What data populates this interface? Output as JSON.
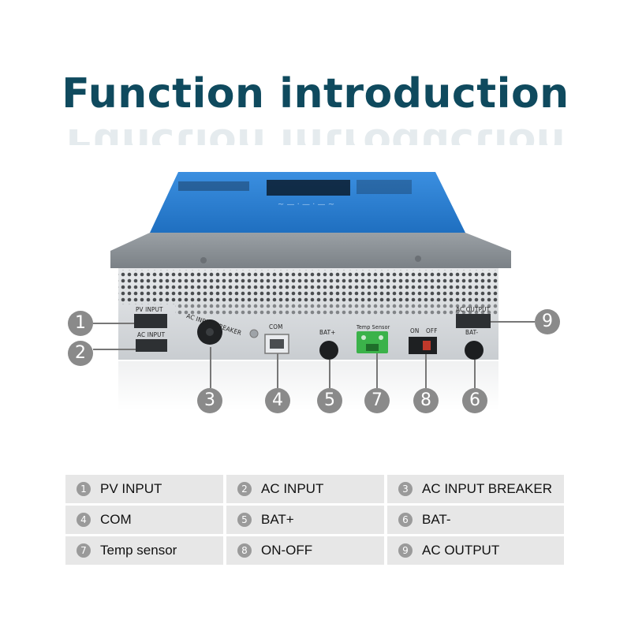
{
  "page": {
    "title": "Function introduction"
  },
  "device": {
    "panel_labels": {
      "pv_input": "PV  INPUT",
      "ac_input": "AC  INPUT",
      "ac_input_breaker": "AC INPUT BREAKER",
      "com": "COM",
      "bat_plus": "BAT+",
      "temp_sensor": "Temp Sensor",
      "on": "ON",
      "off": "OFF",
      "ac_output": "AC OUTPUT",
      "bat_minus": "BAT-"
    },
    "callouts": {
      "c1": "1",
      "c2": "2",
      "c3": "3",
      "c4": "4",
      "c5": "5",
      "c6": "6",
      "c7": "7",
      "c8": "8",
      "c9": "9"
    },
    "colors": {
      "top": "#2f7fd0",
      "front": "#d4d7da",
      "bezel": "#8c9196",
      "terminal_green": "#3bb24a"
    }
  },
  "table": {
    "rows": [
      [
        {
          "num": "1",
          "label": "PV INPUT"
        },
        {
          "num": "2",
          "label": "AC INPUT"
        },
        {
          "num": "3",
          "label": "AC INPUT BREAKER"
        }
      ],
      [
        {
          "num": "4",
          "label": "COM"
        },
        {
          "num": "5",
          "label": "BAT+"
        },
        {
          "num": "6",
          "label": "BAT-"
        }
      ],
      [
        {
          "num": "7",
          "label": "Temp sensor"
        },
        {
          "num": "8",
          "label": "ON-OFF"
        },
        {
          "num": "9",
          "label": "AC OUTPUT"
        }
      ]
    ]
  }
}
